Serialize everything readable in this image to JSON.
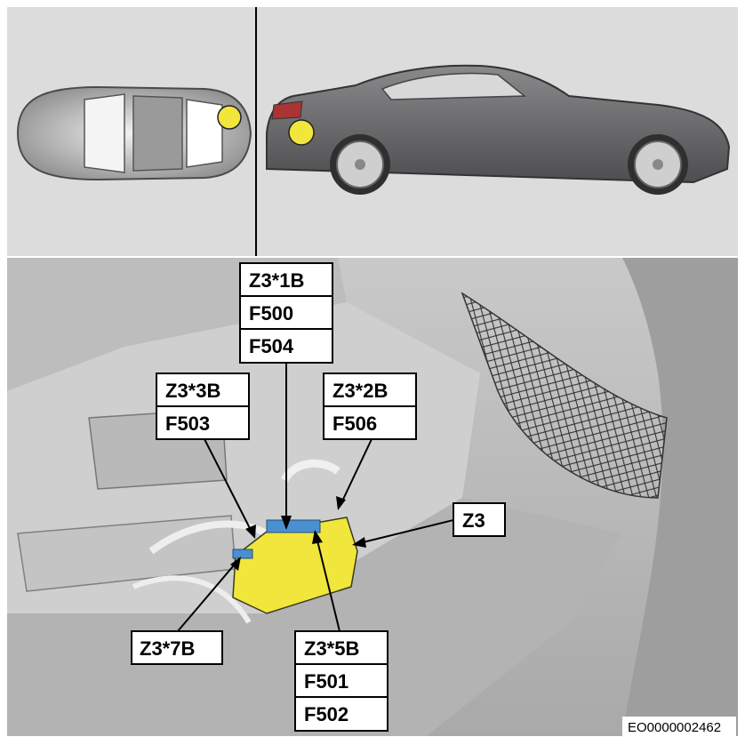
{
  "callouts": {
    "z3_1b": {
      "lines": [
        "Z3*1B",
        "F500",
        "F504"
      ]
    },
    "z3_3b": {
      "lines": [
        "Z3*3B",
        "F503"
      ]
    },
    "z3_2b": {
      "lines": [
        "Z3*2B",
        "F506"
      ]
    },
    "z3": {
      "lines": [
        "Z3"
      ]
    },
    "z3_7b": {
      "lines": [
        "Z3*7B"
      ]
    },
    "z3_5b": {
      "lines": [
        "Z3*5B",
        "F501",
        "F502"
      ]
    }
  },
  "reference_code": "EO0000002462",
  "colors": {
    "highlight": "#f0e63c",
    "panel_bg": "#dcdcdc",
    "car_body": "#6e6e70",
    "connector": "#4a8fd0"
  }
}
